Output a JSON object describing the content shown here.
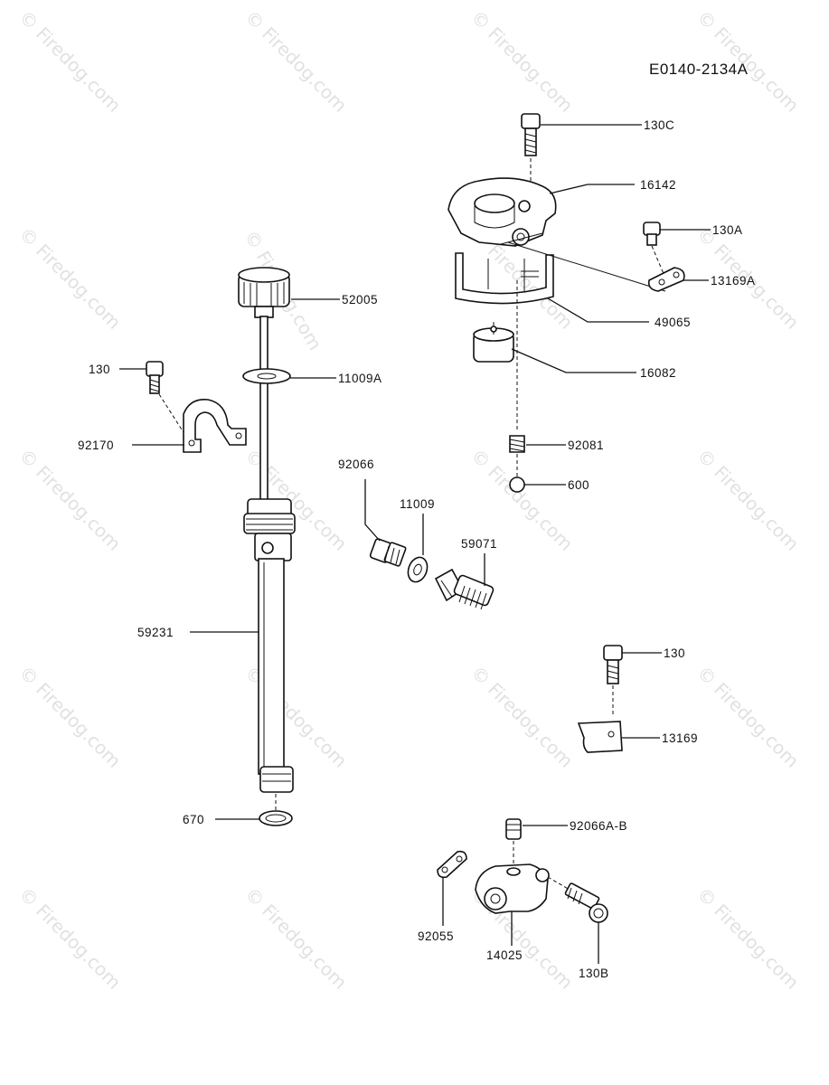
{
  "diagram": {
    "code": "E0140-2134A",
    "watermark": "© Firedog.com",
    "parts": [
      {
        "id": "130c",
        "label": "130C"
      },
      {
        "id": "16142",
        "label": "16142"
      },
      {
        "id": "130a",
        "label": "130A"
      },
      {
        "id": "13169a",
        "label": "13169A"
      },
      {
        "id": "49065",
        "label": "49065"
      },
      {
        "id": "16082",
        "label": "16082"
      },
      {
        "id": "92081",
        "label": "92081"
      },
      {
        "id": "600",
        "label": "600"
      },
      {
        "id": "52005",
        "label": "52005"
      },
      {
        "id": "11009a",
        "label": "11009A"
      },
      {
        "id": "130-left",
        "label": "130"
      },
      {
        "id": "92170",
        "label": "92170"
      },
      {
        "id": "92066",
        "label": "92066"
      },
      {
        "id": "11009",
        "label": "11009"
      },
      {
        "id": "59071",
        "label": "59071"
      },
      {
        "id": "59231",
        "label": "59231"
      },
      {
        "id": "130-right",
        "label": "130"
      },
      {
        "id": "13169",
        "label": "13169"
      },
      {
        "id": "670",
        "label": "670"
      },
      {
        "id": "92066a-b",
        "label": "92066A-B"
      },
      {
        "id": "92055",
        "label": "92055"
      },
      {
        "id": "14025",
        "label": "14025"
      },
      {
        "id": "130b",
        "label": "130B"
      }
    ]
  }
}
